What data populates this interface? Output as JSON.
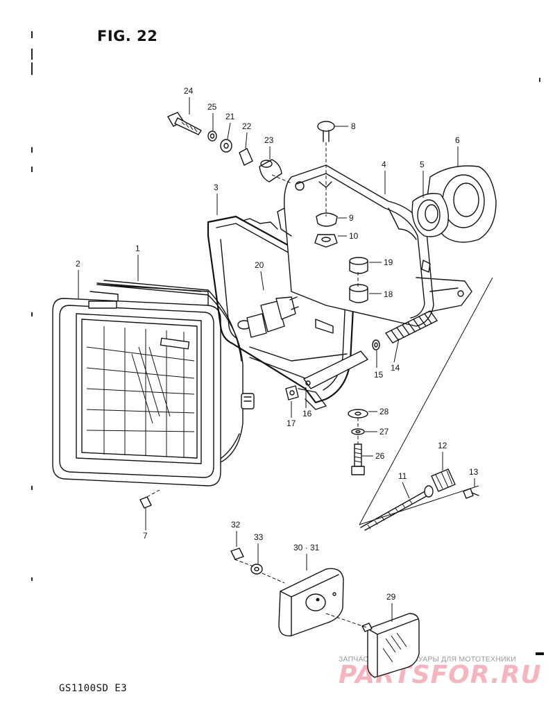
{
  "figure": {
    "title": "FIG. 22"
  },
  "model": {
    "code": "GS1100SD  E3"
  },
  "watermark": {
    "tagline": "ЗАПЧАСТИ И АКСЕССУАРЫ ДЛЯ МОТОТЕХНИКИ",
    "logo": "PARTSFOR.RU"
  },
  "parts": [
    {
      "id": "headlamp-unit",
      "ref": "1"
    },
    {
      "id": "headlamp-rim",
      "ref": "2"
    },
    {
      "id": "headlamp-frame",
      "ref": "3"
    },
    {
      "id": "headlamp-housing",
      "ref": "4"
    },
    {
      "id": "socket-boot",
      "ref": "5"
    },
    {
      "id": "socket-cover",
      "ref": "6"
    },
    {
      "id": "rim-screw",
      "ref": "7"
    },
    {
      "id": "housing-screw",
      "ref": "8"
    },
    {
      "id": "cushion",
      "ref": "9"
    },
    {
      "id": "nut",
      "ref": "10"
    },
    {
      "id": "adjust-screw",
      "ref": "11"
    },
    {
      "id": "adjust-knob",
      "ref": "12"
    },
    {
      "id": "knob-screw",
      "ref": "13"
    },
    {
      "id": "spring",
      "ref": "14"
    },
    {
      "id": "spring-washer",
      "ref": "15"
    },
    {
      "id": "bracket-clamp",
      "ref": "16"
    },
    {
      "id": "clamp-nut",
      "ref": "17"
    },
    {
      "id": "cushion-rubber",
      "ref": "18"
    },
    {
      "id": "cushion-cap",
      "ref": "19"
    },
    {
      "id": "bulb",
      "ref": "20"
    },
    {
      "id": "washer-21",
      "ref": "21"
    },
    {
      "id": "spacer",
      "ref": "22"
    },
    {
      "id": "grommet",
      "ref": "23"
    },
    {
      "id": "mount-bolt",
      "ref": "24"
    },
    {
      "id": "washer-25",
      "ref": "25"
    },
    {
      "id": "bolt-26",
      "ref": "26"
    },
    {
      "id": "washer-27",
      "ref": "27"
    },
    {
      "id": "washer-28",
      "ref": "28"
    },
    {
      "id": "reflector-bracket",
      "ref": "29"
    },
    {
      "id": "reflector",
      "ref": "30 · 31"
    },
    {
      "id": "nut-32",
      "ref": "32"
    },
    {
      "id": "washer-33",
      "ref": "33"
    }
  ]
}
